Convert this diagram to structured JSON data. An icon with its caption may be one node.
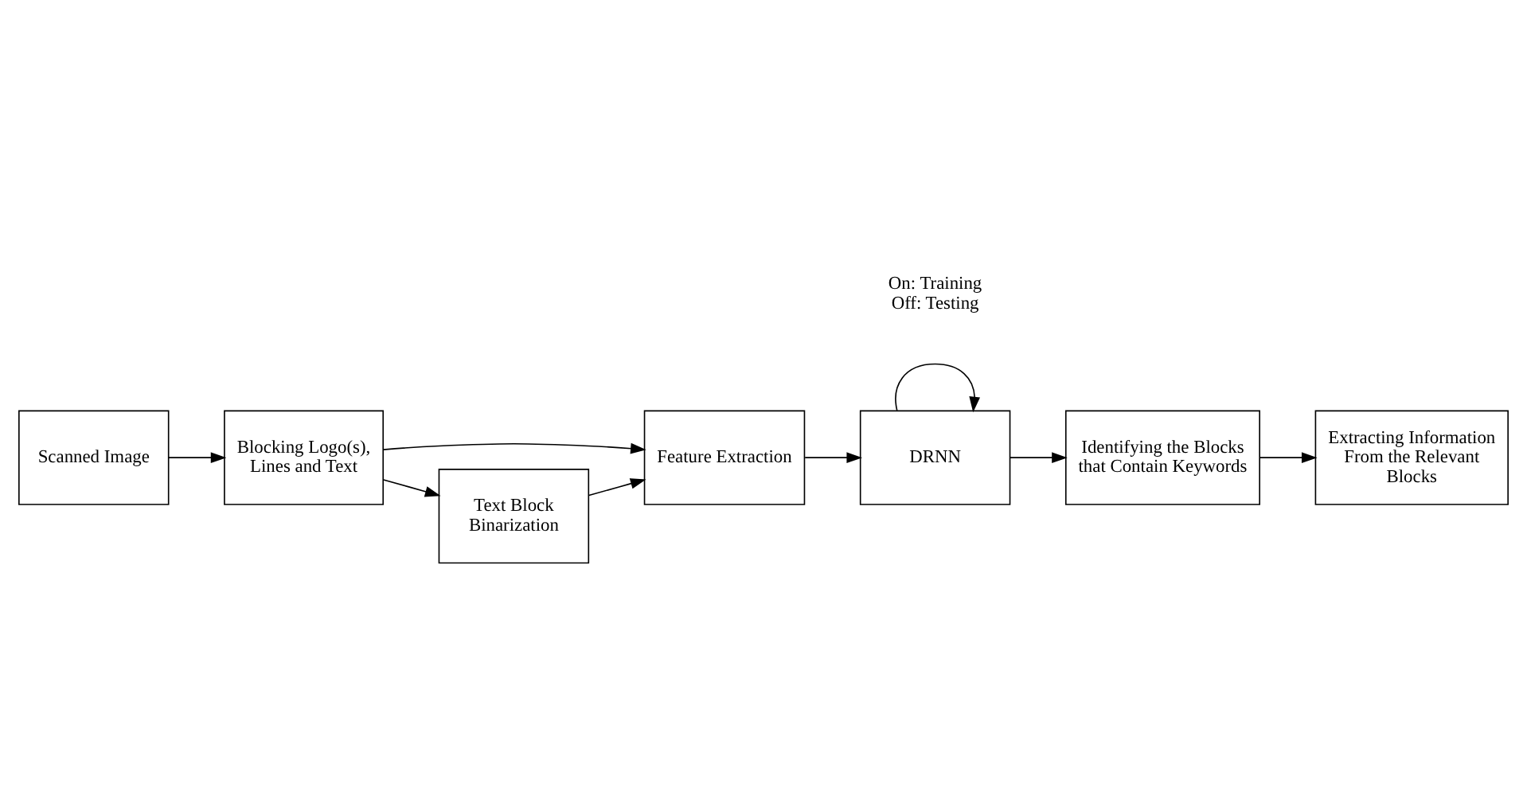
{
  "diagram": {
    "nodes": [
      {
        "text": [
          "Scanned Image"
        ]
      },
      {
        "text": [
          "Blocking Logo(s), Lines and Text"
        ]
      },
      {
        "text": [
          "Feature Extraction"
        ]
      },
      {
        "text": [
          "DRNN"
        ]
      },
      {
        "text": [
          "Text Block Binarization"
        ]
      },
      {
        "text": [
          "Identifying the Blocks that Contain Keywords"
        ]
      },
      {
        "text": [
          "Extracting Information From the Relevant Blocks"
        ]
      }
    ],
    "edges": [
      {
        "from": 0,
        "to": 1,
        "arrow": "to"
      },
      {
        "from": 1,
        "to": 2,
        "arrow": "to"
      },
      {
        "from": 1,
        "to": 4,
        "arrow": "to"
      },
      {
        "from": 4,
        "to": 2,
        "arrow": "to"
      },
      {
        "from": 2,
        "to": 3,
        "arrow": "to"
      },
      {
        "from": 3,
        "to": 3,
        "arrow": "to"
      },
      {
        "from": 3,
        "to": 5,
        "arrow": "to"
      },
      {
        "from": 5,
        "to": 6,
        "arrow": "to"
      }
    ],
    "labels": [
      "On: Training Off: Testing"
    ]
  }
}
